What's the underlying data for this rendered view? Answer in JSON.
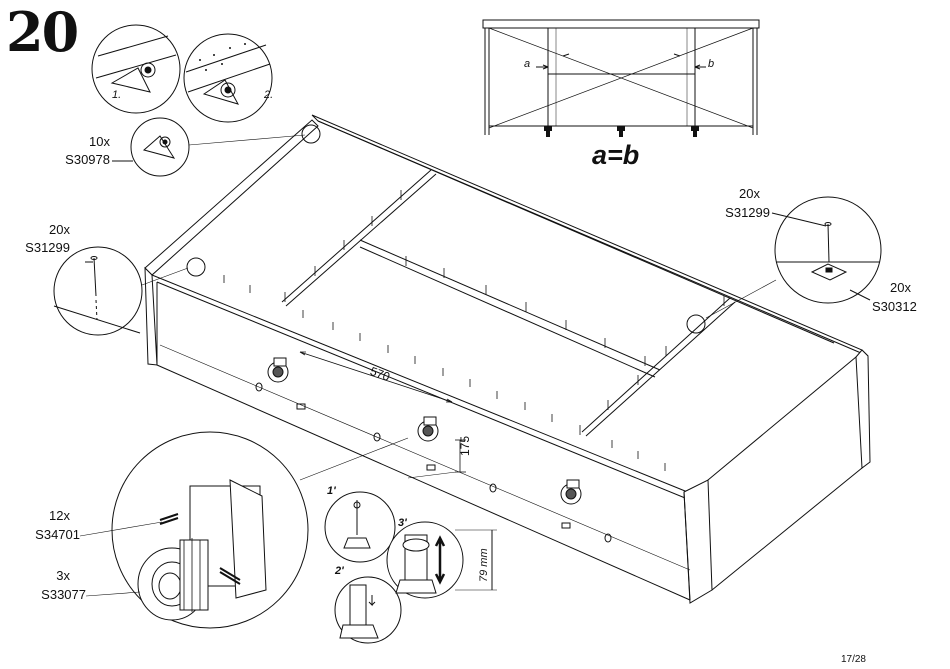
{
  "step": "20",
  "page_number": "17/28",
  "equation": "a=b",
  "inset_labels": {
    "a": "a",
    "b": "b"
  },
  "callout_steps": {
    "one": "1.",
    "two": "2."
  },
  "substeps": {
    "s1": "1'",
    "s2": "2'",
    "s3": "3'"
  },
  "parts": [
    {
      "qty": "10x",
      "code": "S30978"
    },
    {
      "qty": "20x",
      "code": "S31299"
    },
    {
      "qty": "20x",
      "code": "S31299"
    },
    {
      "qty": "20x",
      "code": "S30312"
    },
    {
      "qty": "12x",
      "code": "S34701"
    },
    {
      "qty": "3x",
      "code": "S33077"
    }
  ],
  "dimensions": {
    "length": "570",
    "height": "175",
    "adjust": "79 mm"
  }
}
